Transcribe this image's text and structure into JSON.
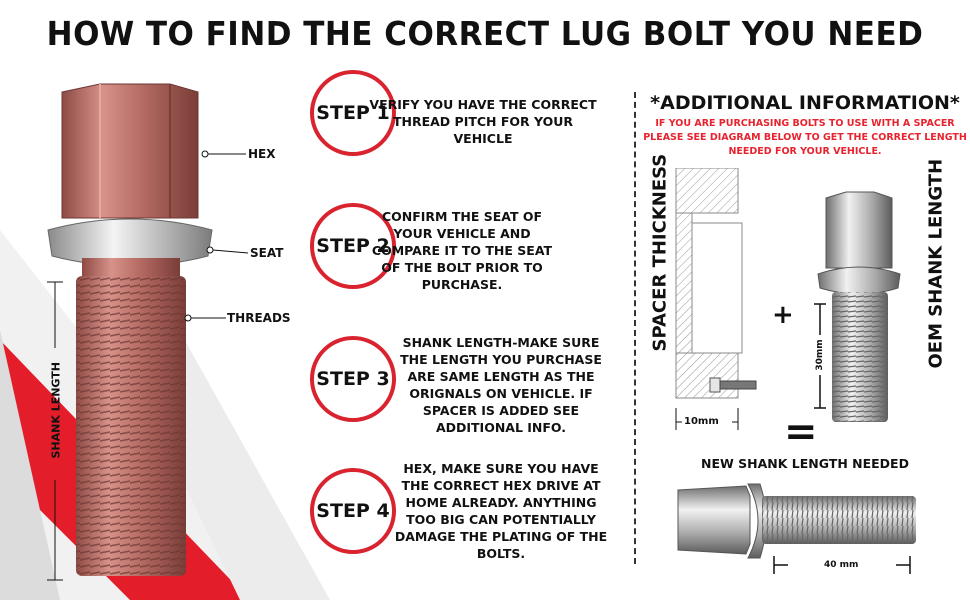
{
  "title": "HOW TO FIND THE CORRECT LUG BOLT YOU NEED",
  "callouts": {
    "hex": "HEX",
    "seat": "SEAT",
    "threads": "THREADS",
    "shank_length": "SHANK LENGTH"
  },
  "steps": [
    {
      "label": "STEP 1",
      "text": "VERIFY YOU HAVE THE CORRECT THREAD PITCH FOR YOUR VEHICLE"
    },
    {
      "label": "STEP 2",
      "text": "CONFIRM THE SEAT OF YOUR VEHICLE AND COMPARE IT TO THE SEAT OF THE BOLT PRIOR TO PURCHASE."
    },
    {
      "label": "STEP 3",
      "text": "SHANK LENGTH-MAKE SURE THE LENGTH YOU PURCHASE ARE SAME LENGTH AS THE ORIGNALS ON VEHICLE. IF SPACER IS ADDED SEE ADDITIONAL INFO."
    },
    {
      "label": "STEP 4",
      "text": "HEX, MAKE SURE YOU HAVE THE CORRECT HEX DRIVE AT HOME ALREADY. ANYTHING TOO BIG CAN POTENTIALLY DAMAGE THE PLATING OF THE BOLTS."
    }
  ],
  "additional": {
    "heading": "*ADDITIONAL INFORMATION*",
    "note": "IF YOU ARE PURCHASING BOLTS TO USE WITH A SPACER PLEASE SEE DIAGRAM BELOW TO GET THE CORRECT LENGTH NEEDED FOR YOUR VEHICLE.",
    "spacer_thickness": "SPACER THICKNESS",
    "spacer_width": "10mm",
    "plus": "+",
    "oem_shank": "OEM SHANK LENGTH",
    "oem_length": "30mm",
    "equals": "=",
    "new_shank": "NEW SHANK LENGTH NEEDED",
    "new_length": "40 mm"
  },
  "colors": {
    "accent_red": "#d9232e",
    "copper": "#b9746a",
    "chrome": "#c9c9c9"
  }
}
